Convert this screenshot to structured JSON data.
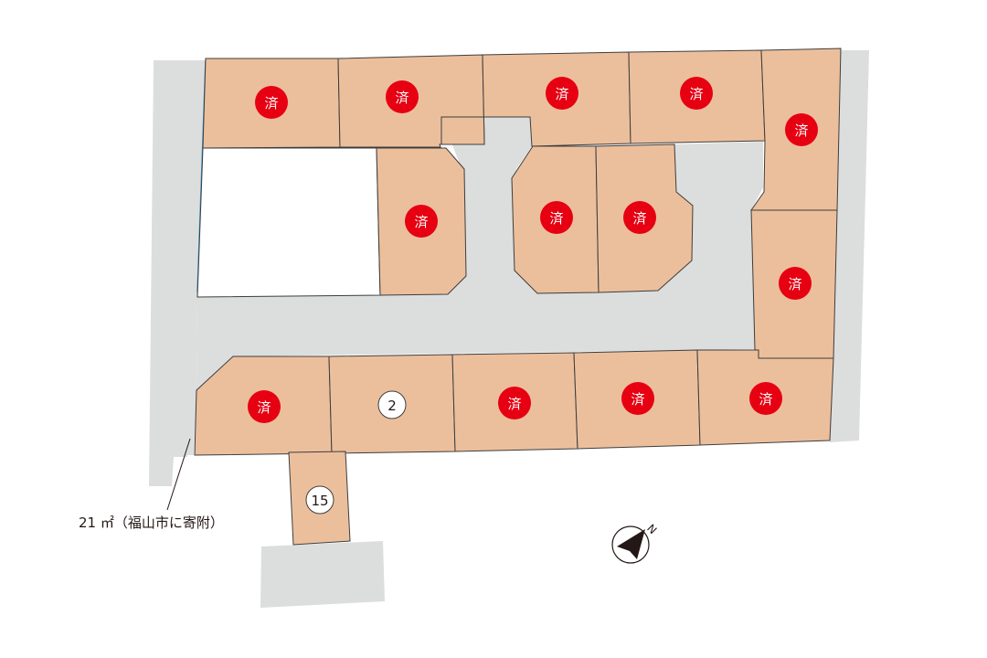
{
  "map": {
    "sold_label": "済",
    "available_lots": [
      "2",
      "15"
    ],
    "donation_note": "21 ㎡（福山市に寄附）",
    "north_label": "N",
    "colors": {
      "lot_fill": "#ecbf9c",
      "road": "#dcdddd",
      "sold_marker": "#e60012",
      "waterway": "#3aa0d9"
    },
    "lots": [
      {
        "status": "sold",
        "label": "済"
      },
      {
        "status": "sold",
        "label": "済"
      },
      {
        "status": "sold",
        "label": "済"
      },
      {
        "status": "sold",
        "label": "済"
      },
      {
        "status": "sold",
        "label": "済"
      },
      {
        "status": "sold",
        "label": "済"
      },
      {
        "status": "sold",
        "label": "済"
      },
      {
        "status": "sold",
        "label": "済"
      },
      {
        "status": "sold",
        "label": "済"
      },
      {
        "status": "sold",
        "label": "済"
      },
      {
        "status": "available",
        "label": "2"
      },
      {
        "status": "sold",
        "label": "済"
      },
      {
        "status": "sold",
        "label": "済"
      },
      {
        "status": "sold",
        "label": "済"
      },
      {
        "status": "available",
        "label": "15"
      }
    ]
  }
}
